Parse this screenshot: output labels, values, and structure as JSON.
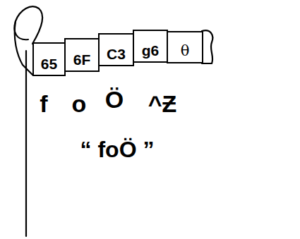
{
  "diagram": {
    "nodes": [
      {
        "text": [
          "65"
        ]
      },
      {
        "text": [
          "6F"
        ]
      },
      {
        "text": [
          "C3"
        ]
      },
      {
        "text": [
          "g6"
        ]
      },
      {
        "text": [
          "θ"
        ]
      }
    ],
    "labels": [
      "f",
      "o",
      "Ö",
      "^Ƶ",
      "“ foÖ ”"
    ]
  }
}
